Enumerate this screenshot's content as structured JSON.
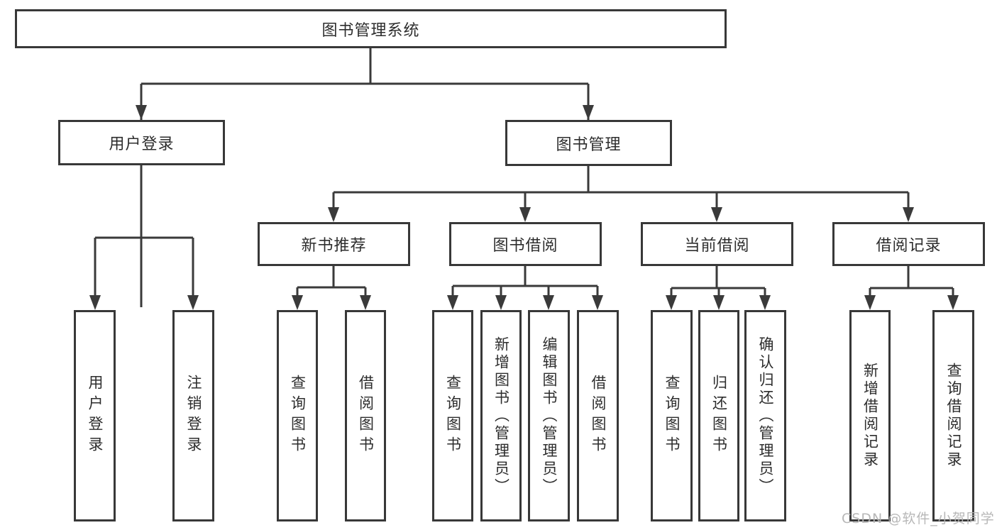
{
  "diagram": {
    "type": "hierarchy-tree",
    "tree": {
      "label": "图书管理系统",
      "children": [
        {
          "label": "用户登录",
          "children": [
            {
              "label": "用户登录"
            },
            {
              "label": "注销登录"
            }
          ]
        },
        {
          "label": "图书管理",
          "children": [
            {
              "label": "新书推荐",
              "children": [
                {
                  "label": "查询图书"
                },
                {
                  "label": "借阅图书"
                }
              ]
            },
            {
              "label": "图书借阅",
              "children": [
                {
                  "label": "查询图书"
                },
                {
                  "label": "新增图书（管理员）"
                },
                {
                  "label": "编辑图书（管理员）"
                },
                {
                  "label": "借阅图书"
                }
              ]
            },
            {
              "label": "当前借阅",
              "children": [
                {
                  "label": "查询图书"
                },
                {
                  "label": "归还图书"
                },
                {
                  "label": "确认归还（管理员）"
                }
              ]
            },
            {
              "label": "借阅记录",
              "children": [
                {
                  "label": "新增借阅记录"
                },
                {
                  "label": "查询借阅记录"
                }
              ]
            }
          ]
        }
      ]
    },
    "colors": {
      "line": "#3a3a3a",
      "box_border": "#383838",
      "text": "#2d2d2d",
      "background": "#ffffff",
      "watermark": "#b4b4b4"
    }
  },
  "watermark": {
    "text": "CSDN @软件_小贺同学"
  }
}
